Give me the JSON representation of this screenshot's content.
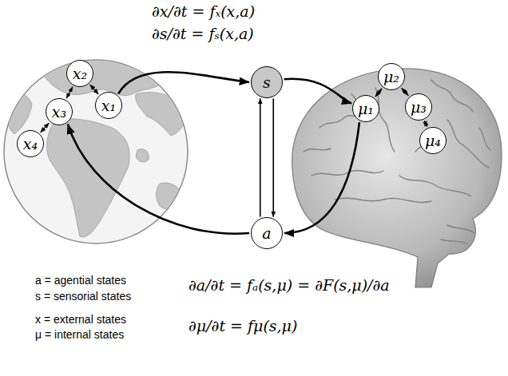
{
  "diagram": {
    "nodes": [
      {
        "text": [
          "s"
        ]
      },
      {
        "text": [
          "x₂"
        ]
      },
      {
        "text": [
          "x₃"
        ]
      },
      {
        "text": [
          "x₁"
        ]
      },
      {
        "text": [
          "x₄"
        ]
      },
      {
        "text": [
          "μ₂"
        ]
      },
      {
        "text": [
          "μ₁"
        ]
      },
      {
        "text": [
          "μ₃"
        ]
      },
      {
        "text": [
          "μ₄"
        ]
      },
      {
        "text": [
          "a"
        ]
      }
    ],
    "edges": [
      {
        "from": 3,
        "to": 1,
        "arrow": "both"
      },
      {
        "from": 1,
        "to": 2,
        "arrow": "both"
      },
      {
        "from": 2,
        "to": 4,
        "arrow": "both"
      },
      {
        "from": 3,
        "to": 0,
        "arrow": "to"
      },
      {
        "from": 0,
        "to": 6,
        "arrow": "to"
      },
      {
        "from": 6,
        "to": 9,
        "arrow": "to"
      },
      {
        "from": 9,
        "to": 2,
        "arrow": "to"
      },
      {
        "from": 9,
        "to": 0,
        "arrow": "to"
      },
      {
        "from": 0,
        "to": 9,
        "arrow": "to"
      },
      {
        "from": 6,
        "to": 5,
        "arrow": "both"
      },
      {
        "from": 5,
        "to": 7,
        "arrow": "both"
      },
      {
        "from": 7,
        "to": 8,
        "arrow": "both"
      }
    ],
    "labels": [
      "∂x/∂t = fₓ(x,a)",
      "∂s/∂t = fₛ(x,a)",
      "∂a/∂t = fₐ(s,μ) = ∂F(s,μ)/∂a",
      "∂μ/∂t = fμ(s,μ)",
      "a = agential states",
      "s = sensorial states",
      "x = external states",
      "μ = internal states"
    ]
  }
}
